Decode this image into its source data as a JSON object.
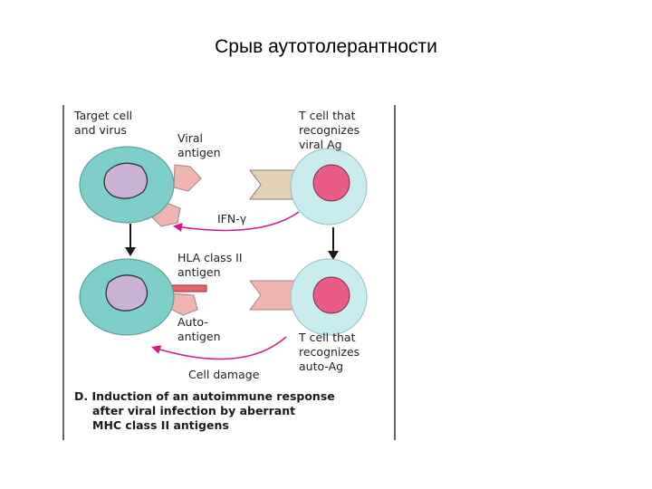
{
  "slide": {
    "title": "Срыв аутотолерантности"
  },
  "figure": {
    "labels": {
      "target_cell": [
        "Target cell",
        "and virus"
      ],
      "viral_antigen": [
        "Viral",
        "antigen"
      ],
      "t_cell_top": [
        "T cell that",
        "recognizes",
        "viral Ag"
      ],
      "ifn": "IFN-γ",
      "hla": [
        "HLA class II",
        "antigen"
      ],
      "auto_antigen": [
        "Auto-",
        "antigen"
      ],
      "t_cell_bottom": [
        "T cell that",
        "recognizes",
        "auto-Ag"
      ],
      "cell_damage": "Cell damage"
    },
    "caption": [
      "D. Induction of an  autoimmune response",
      "after viral infection by aberrant",
      "MHC class II antigens"
    ]
  },
  "colors": {
    "target_cell": "#7ecfc9",
    "target_nucleus": "#c9b2d4",
    "t_cell": "#c9ecef",
    "t_nucleus": "#ea5b88",
    "antigen": "#f0b4b1",
    "receptor": "#e2d1b6",
    "hla": "#e9636a",
    "arrow_magenta": "#d6188a"
  }
}
